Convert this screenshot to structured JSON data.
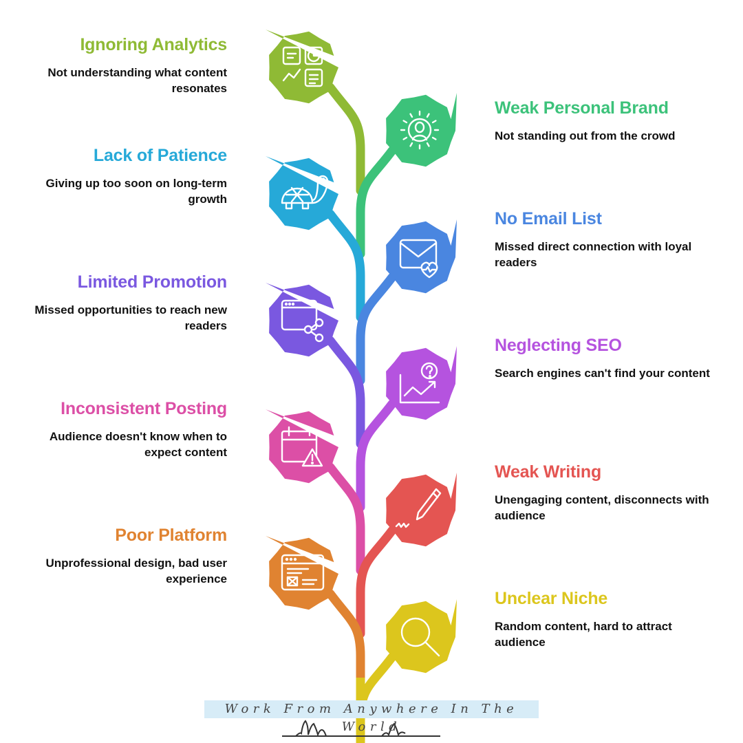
{
  "items": [
    {
      "side": "left",
      "title": "Ignoring Analytics",
      "desc": "Not understanding what content resonates",
      "color": "#8fba35",
      "icon": "analytics-dashboard-icon"
    },
    {
      "side": "right",
      "title": "Weak Personal Brand",
      "desc": "Not standing out from the crowd",
      "color": "#3cc27a",
      "icon": "person-spotlight-icon"
    },
    {
      "side": "left",
      "title": "Lack of Patience",
      "desc": "Giving up too soon on long-term growth",
      "color": "#26a9d8",
      "icon": "turtle-icon"
    },
    {
      "side": "right",
      "title": "No Email List",
      "desc": "Missed direct connection with loyal readers",
      "color": "#4a86e0",
      "icon": "email-heart-icon"
    },
    {
      "side": "left",
      "title": "Limited Promotion",
      "desc": "Missed opportunities to reach new readers",
      "color": "#7a58e0",
      "icon": "browser-share-icon"
    },
    {
      "side": "right",
      "title": "Neglecting SEO",
      "desc": "Search engines can't find your content",
      "color": "#b553df",
      "icon": "chart-question-icon"
    },
    {
      "side": "left",
      "title": "Inconsistent Posting",
      "desc": "Audience doesn't know when to expect content",
      "color": "#dc4fa6",
      "icon": "calendar-warning-icon"
    },
    {
      "side": "right",
      "title": "Weak Writing",
      "desc": "Unengaging content, disconnects with audience",
      "color": "#e45552",
      "icon": "pen-signature-icon"
    },
    {
      "side": "left",
      "title": "Poor Platform",
      "desc": "Unprofessional design, bad user experience",
      "color": "#e08331",
      "icon": "broken-webpage-icon"
    },
    {
      "side": "right",
      "title": "Unclear Niche",
      "desc": "Random content, hard to attract audience",
      "color": "#dcc61d",
      "icon": "magnifier-icon"
    }
  ],
  "footer": {
    "text": "Work From Anywhere In The World"
  }
}
